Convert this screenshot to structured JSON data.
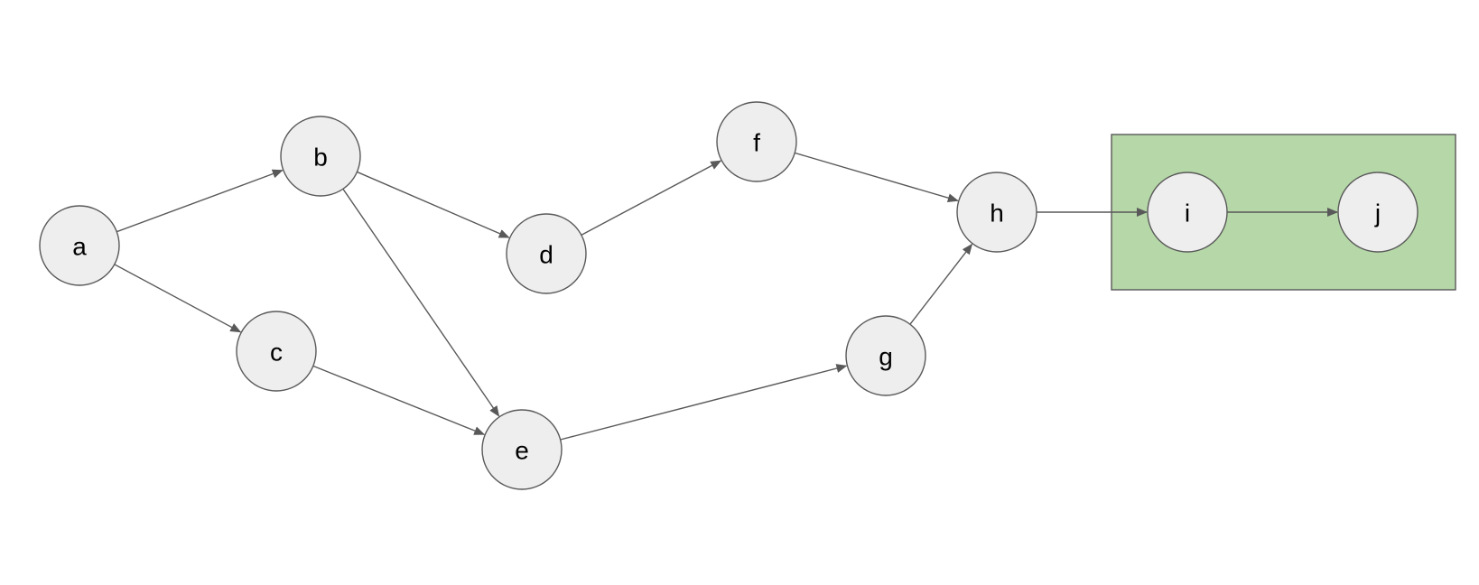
{
  "diagram": {
    "colors": {
      "node_fill": "#eeeeee",
      "stroke": "#595959",
      "group_fill": "#b6d7a8"
    },
    "nodes": [
      {
        "id": "a",
        "label": "a"
      },
      {
        "id": "b",
        "label": "b"
      },
      {
        "id": "c",
        "label": "c"
      },
      {
        "id": "d",
        "label": "d"
      },
      {
        "id": "e",
        "label": "e"
      },
      {
        "id": "f",
        "label": "f"
      },
      {
        "id": "g",
        "label": "g"
      },
      {
        "id": "h",
        "label": "h"
      },
      {
        "id": "i",
        "label": "i"
      },
      {
        "id": "j",
        "label": "j"
      }
    ],
    "edges": [
      {
        "from": "a",
        "to": "b"
      },
      {
        "from": "a",
        "to": "c"
      },
      {
        "from": "b",
        "to": "d"
      },
      {
        "from": "b",
        "to": "e"
      },
      {
        "from": "c",
        "to": "e"
      },
      {
        "from": "d",
        "to": "f"
      },
      {
        "from": "e",
        "to": "g"
      },
      {
        "from": "f",
        "to": "h"
      },
      {
        "from": "g",
        "to": "h"
      },
      {
        "from": "h",
        "to": "i"
      },
      {
        "from": "i",
        "to": "j"
      }
    ],
    "groups": [
      {
        "id": "highlight-group",
        "members": [
          "i",
          "j"
        ]
      }
    ]
  }
}
